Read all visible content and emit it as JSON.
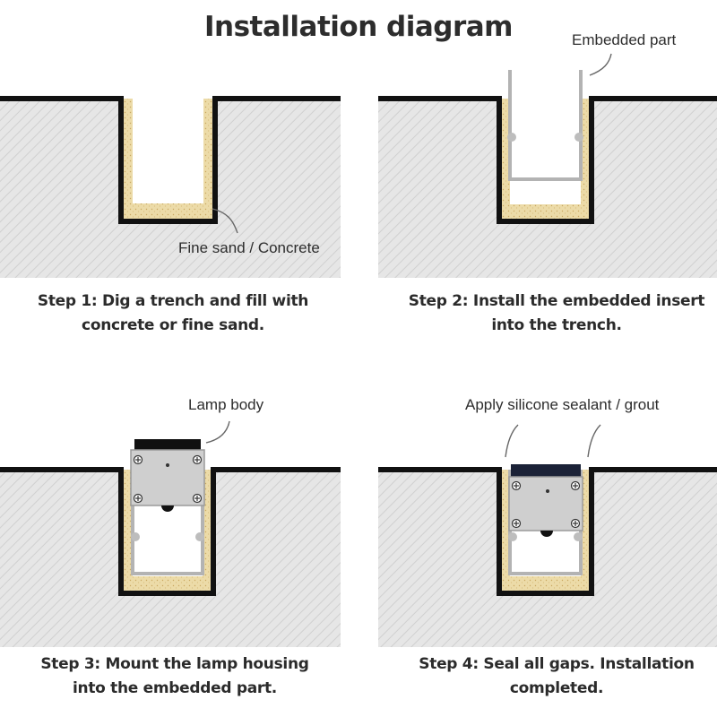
{
  "title": "Installation diagram",
  "steps": [
    {
      "callout": "Fine sand / Concrete",
      "caption": [
        "Step 1: Dig a trench and fill with",
        "concrete or fine sand."
      ]
    },
    {
      "callout": "Embedded part",
      "caption": [
        "Step 2: Install the embedded insert",
        "into the trench."
      ]
    },
    {
      "callout": "Lamp body",
      "caption": [
        "Step 3: Mount the lamp housing",
        "into the embedded part."
      ]
    },
    {
      "callout": "Apply silicone sealant / grout",
      "caption": [
        "Step 4: Seal all gaps. Installation",
        "completed."
      ]
    }
  ],
  "colors": {
    "ground": "#e6e6e6",
    "hatch": "#d0d0d0",
    "surface_line": "#111111",
    "sand": "#ecdba8",
    "embedded_part": "#b3b3b3",
    "lamp_body": "#cfcfcf",
    "lens": "#1b2237"
  }
}
